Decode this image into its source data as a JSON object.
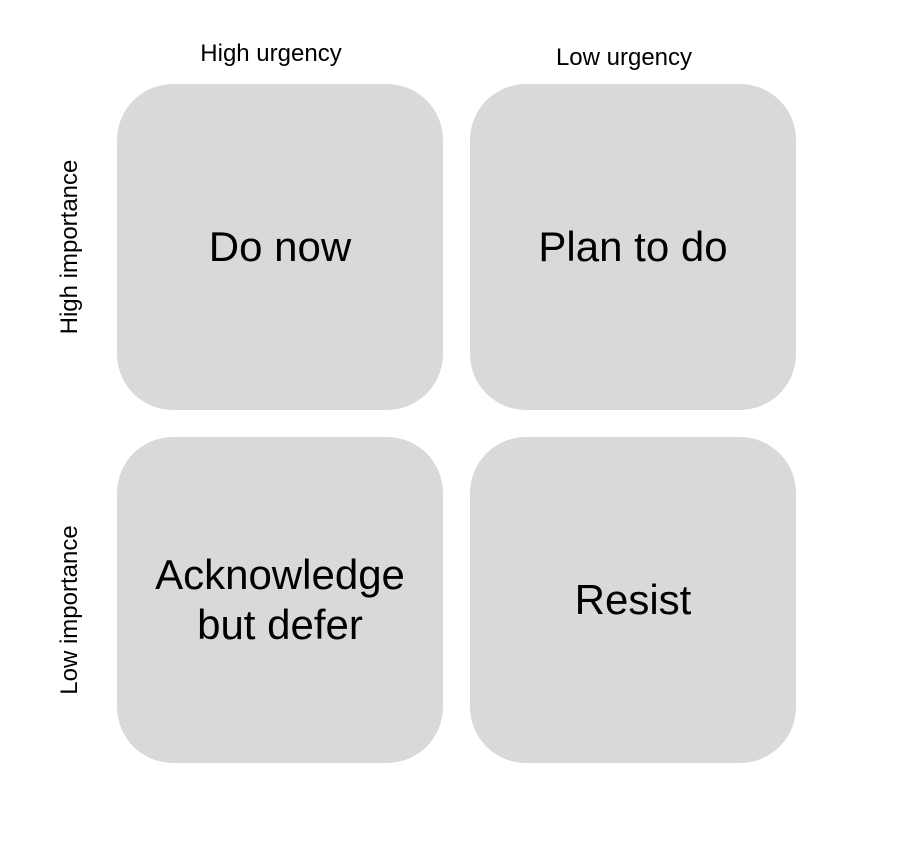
{
  "columns": {
    "high": "High urgency",
    "low": "Low urgency"
  },
  "rows": {
    "high": "High importance",
    "low": "Low importance"
  },
  "cells": {
    "high_high": "Do now",
    "high_low": "Plan to do",
    "low_high": "Acknowledge but defer",
    "low_low": "Resist"
  },
  "colors": {
    "cell_fill": "#d9d9d9",
    "text": "#000000",
    "background": "#ffffff"
  }
}
